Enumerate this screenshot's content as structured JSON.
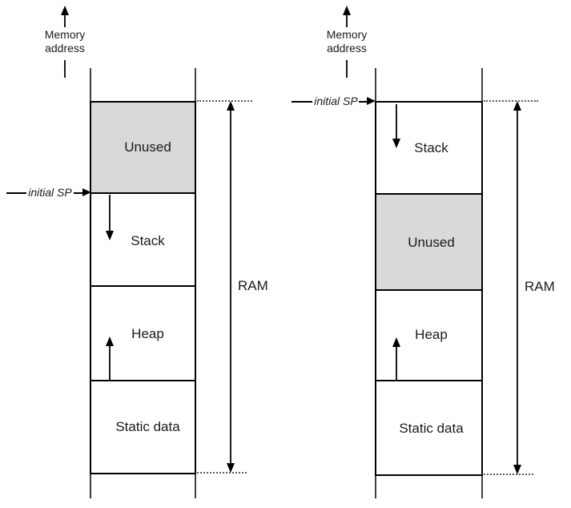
{
  "colors": {
    "unused_fill": "#d9d9d9",
    "outline": "#000000",
    "guide_line": "#3f3f3f",
    "dotted_line": "#595959"
  },
  "diagrams": [
    {
      "side": "left",
      "memory_address_line1": "Memory",
      "memory_address_line2": "address",
      "initial_sp_label": "initial SP",
      "ram_label": "RAM",
      "sections": [
        {
          "label": "Unused",
          "shaded": true,
          "growth_arrow": "none"
        },
        {
          "label": "Stack",
          "shaded": false,
          "growth_arrow": "down"
        },
        {
          "label": "Heap",
          "shaded": false,
          "growth_arrow": "up"
        },
        {
          "label": "Static data",
          "shaded": false,
          "growth_arrow": "none"
        }
      ]
    },
    {
      "side": "right",
      "memory_address_line1": "Memory",
      "memory_address_line2": "address",
      "initial_sp_label": "initial SP",
      "ram_label": "RAM",
      "sections": [
        {
          "label": "Stack",
          "shaded": false,
          "growth_arrow": "down"
        },
        {
          "label": "Unused",
          "shaded": true,
          "growth_arrow": "none"
        },
        {
          "label": "Heap",
          "shaded": false,
          "growth_arrow": "up"
        },
        {
          "label": "Static data",
          "shaded": false,
          "growth_arrow": "none"
        }
      ]
    }
  ]
}
